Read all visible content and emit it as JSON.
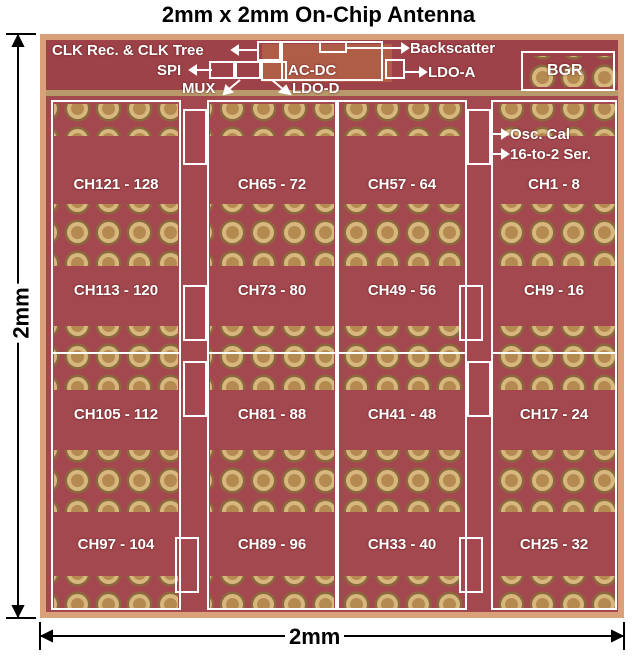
{
  "title": "2mm x 2mm On-Chip Antenna",
  "dim_horizontal": "2mm",
  "dim_vertical": "2mm",
  "blocks": {
    "clk": "CLK Rec. & CLK Tree",
    "spi": "SPI",
    "mux": "MUX",
    "acdc": "AC-DC",
    "ldo_d": "LDO-D",
    "backscatter": "Backscatter",
    "ldo_a": "LDO-A",
    "bgr": "BGR",
    "osc": "Osc. Cal",
    "ser": "16-to-2 Ser."
  },
  "channels": {
    "c1r1": "CH121 - 128",
    "c2r1": "CH65 - 72",
    "c3r1": "CH57 - 64",
    "c4r1": "CH1 - 8",
    "c1r2": "CH113 - 120",
    "c2r2": "CH73 - 80",
    "c3r2": "CH49 - 56",
    "c4r2": "CH9 - 16",
    "c1r3": "CH105 - 112",
    "c2r3": "CH81 - 88",
    "c3r3": "CH41 - 48",
    "c4r3": "CH17 - 24",
    "c1r4": "CH97 - 104",
    "c2r4": "CH89 - 96",
    "c3r4": "CH33 - 40",
    "c4r4": "CH25 - 32"
  },
  "colors": {
    "die": "#a3484f",
    "die_dark": "#8e3a41",
    "pad": "#c9a56a",
    "outline": "#ffffff",
    "frame": "#d4a276"
  }
}
